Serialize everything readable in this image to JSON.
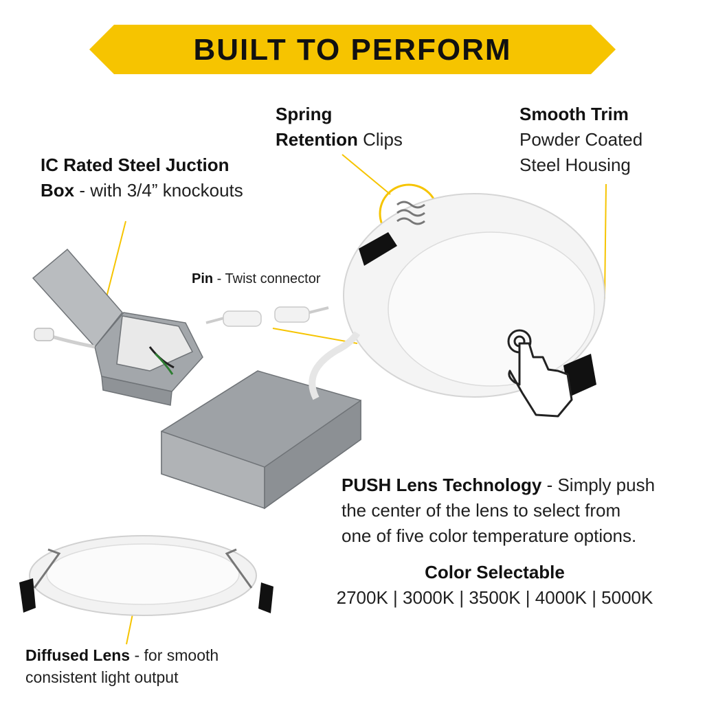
{
  "banner": {
    "title": "BUILT TO PERFORM",
    "color": "#f6c400"
  },
  "callouts": {
    "spring": {
      "bold1": "Spring",
      "bold2": "Retention",
      "rest": " Clips"
    },
    "trim": {
      "bold": "Smooth Trim",
      "line2": "Powder Coated",
      "line3": "Steel Housing"
    },
    "junction": {
      "bold1": "IC Rated Steel Juction",
      "bold2": "Box",
      "rest": " - with 3/4” knockouts"
    },
    "pin": {
      "bold": "Pin",
      "rest": " - Twist connector"
    },
    "push": {
      "bold": "PUSH Lens Technology",
      "rest1": " - Simply push",
      "line2": "the center of the lens to select from",
      "line3": "one of five color temperature options."
    },
    "color": {
      "title": "Color Selectable",
      "options": "2700K | 3000K | 3500K | 4000K | 5000K"
    },
    "lens": {
      "bold": "Diffused Lens",
      "rest": " - for smooth",
      "line2": "consistent light output"
    }
  },
  "icons": [
    "hand-pointer-icon"
  ],
  "colors": {
    "accent": "#f6c400",
    "housing": "#9ea2a6",
    "text": "#1a1a1a"
  }
}
